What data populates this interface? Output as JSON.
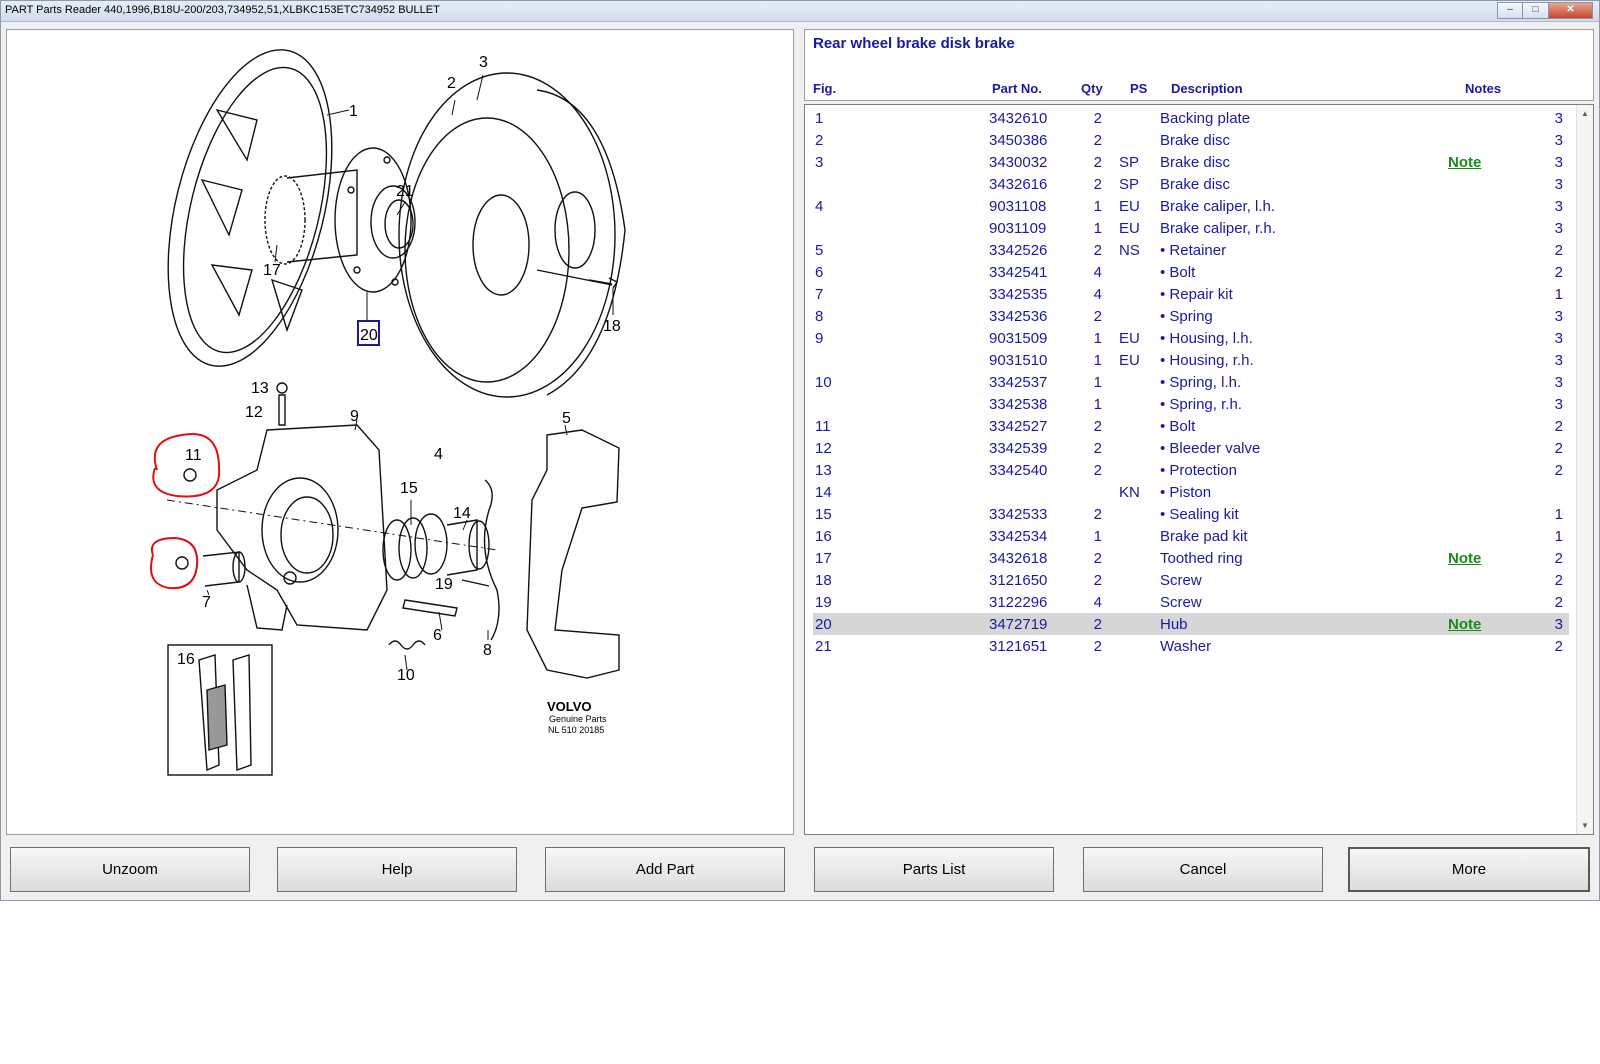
{
  "window": {
    "title": "PART Parts Reader 440,1996,B18U-200/203,734952,51,XLBKC153ETC734952 BULLET",
    "controls": {
      "minimize": "–",
      "maximize": "□",
      "close": "✕"
    }
  },
  "diagram": {
    "labels": [
      "1",
      "2",
      "3",
      "21",
      "17",
      "20",
      "18",
      "13",
      "12",
      "9",
      "4",
      "5",
      "11",
      "15",
      "14",
      "7",
      "19",
      "6",
      "8",
      "10",
      "16"
    ],
    "logo": {
      "brand": "VOLVO",
      "line1": "Genuine Parts",
      "line2": "NL 510 20185"
    },
    "highlighted_figure": "20",
    "annotation_color": "#e01010"
  },
  "parts_header": {
    "title": "Rear wheel brake disk brake",
    "columns": {
      "fig": "Fig.",
      "part_no": "Part No.",
      "qty": "Qty",
      "ps": "PS",
      "description": "Description",
      "notes": "Notes"
    }
  },
  "parts": [
    {
      "fig": "1",
      "part_no": "3432610",
      "qty": "2",
      "ps": "",
      "description": "Backing plate",
      "note": "",
      "notes": "3"
    },
    {
      "fig": "2",
      "part_no": "3450386",
      "qty": "2",
      "ps": "",
      "description": "Brake disc",
      "note": "",
      "notes": "3"
    },
    {
      "fig": "3",
      "part_no": "3430032",
      "qty": "2",
      "ps": "SP",
      "description": "Brake disc",
      "note": "Note",
      "notes": "3"
    },
    {
      "fig": "",
      "part_no": "3432616",
      "qty": "2",
      "ps": "SP",
      "description": "Brake disc",
      "note": "",
      "notes": "3"
    },
    {
      "fig": "4",
      "part_no": "9031108",
      "qty": "1",
      "ps": "EU",
      "description": "Brake caliper, l.h.",
      "note": "",
      "notes": "3"
    },
    {
      "fig": "",
      "part_no": "9031109",
      "qty": "1",
      "ps": "EU",
      "description": "Brake caliper, r.h.",
      "note": "",
      "notes": "3"
    },
    {
      "fig": "5",
      "part_no": "3342526",
      "qty": "2",
      "ps": "NS",
      "description": "• Retainer",
      "note": "",
      "notes": "2"
    },
    {
      "fig": "6",
      "part_no": "3342541",
      "qty": "4",
      "ps": "",
      "description": "• Bolt",
      "note": "",
      "notes": "2"
    },
    {
      "fig": "7",
      "part_no": "3342535",
      "qty": "4",
      "ps": "",
      "description": "• Repair kit",
      "note": "",
      "notes": "1"
    },
    {
      "fig": "8",
      "part_no": "3342536",
      "qty": "2",
      "ps": "",
      "description": "• Spring",
      "note": "",
      "notes": "3"
    },
    {
      "fig": "9",
      "part_no": "9031509",
      "qty": "1",
      "ps": "EU",
      "description": "• Housing, l.h.",
      "note": "",
      "notes": "3"
    },
    {
      "fig": "",
      "part_no": "9031510",
      "qty": "1",
      "ps": "EU",
      "description": "• Housing, r.h.",
      "note": "",
      "notes": "3"
    },
    {
      "fig": "10",
      "part_no": "3342537",
      "qty": "1",
      "ps": "",
      "description": "• Spring, l.h.",
      "note": "",
      "notes": "3"
    },
    {
      "fig": "",
      "part_no": "3342538",
      "qty": "1",
      "ps": "",
      "description": "• Spring, r.h.",
      "note": "",
      "notes": "3"
    },
    {
      "fig": "11",
      "part_no": "3342527",
      "qty": "2",
      "ps": "",
      "description": "• Bolt",
      "note": "",
      "notes": "2"
    },
    {
      "fig": "12",
      "part_no": "3342539",
      "qty": "2",
      "ps": "",
      "description": "• Bleeder valve",
      "note": "",
      "notes": "2"
    },
    {
      "fig": "13",
      "part_no": "3342540",
      "qty": "2",
      "ps": "",
      "description": "• Protection",
      "note": "",
      "notes": "2"
    },
    {
      "fig": "14",
      "part_no": "",
      "qty": "",
      "ps": "KN",
      "description": "• Piston",
      "note": "",
      "notes": ""
    },
    {
      "fig": "15",
      "part_no": "3342533",
      "qty": "2",
      "ps": "",
      "description": "• Sealing kit",
      "note": "",
      "notes": "1"
    },
    {
      "fig": "16",
      "part_no": "3342534",
      "qty": "1",
      "ps": "",
      "description": "Brake pad kit",
      "note": "",
      "notes": "1"
    },
    {
      "fig": "17",
      "part_no": "3432618",
      "qty": "2",
      "ps": "",
      "description": "Toothed ring",
      "note": "Note",
      "notes": "2"
    },
    {
      "fig": "18",
      "part_no": "3121650",
      "qty": "2",
      "ps": "",
      "description": "Screw",
      "note": "",
      "notes": "2"
    },
    {
      "fig": "19",
      "part_no": "3122296",
      "qty": "4",
      "ps": "",
      "description": "Screw",
      "note": "",
      "notes": "2"
    },
    {
      "fig": "20",
      "part_no": "3472719",
      "qty": "2",
      "ps": "",
      "description": "Hub",
      "note": "Note",
      "notes": "3",
      "selected": true
    },
    {
      "fig": "21",
      "part_no": "3121651",
      "qty": "2",
      "ps": "",
      "description": "Washer",
      "note": "",
      "notes": "2"
    }
  ],
  "scrollbar": {
    "up": "▲",
    "down": "▼"
  },
  "buttons": {
    "unzoom": "Unzoom",
    "help": "Help",
    "add_part": "Add Part",
    "parts_list": "Parts List",
    "cancel": "Cancel",
    "more": "More"
  },
  "colors": {
    "text_blue": "#1a1aa0",
    "note_green": "#1a8a1a",
    "selected_row": "#d6d6d6"
  }
}
